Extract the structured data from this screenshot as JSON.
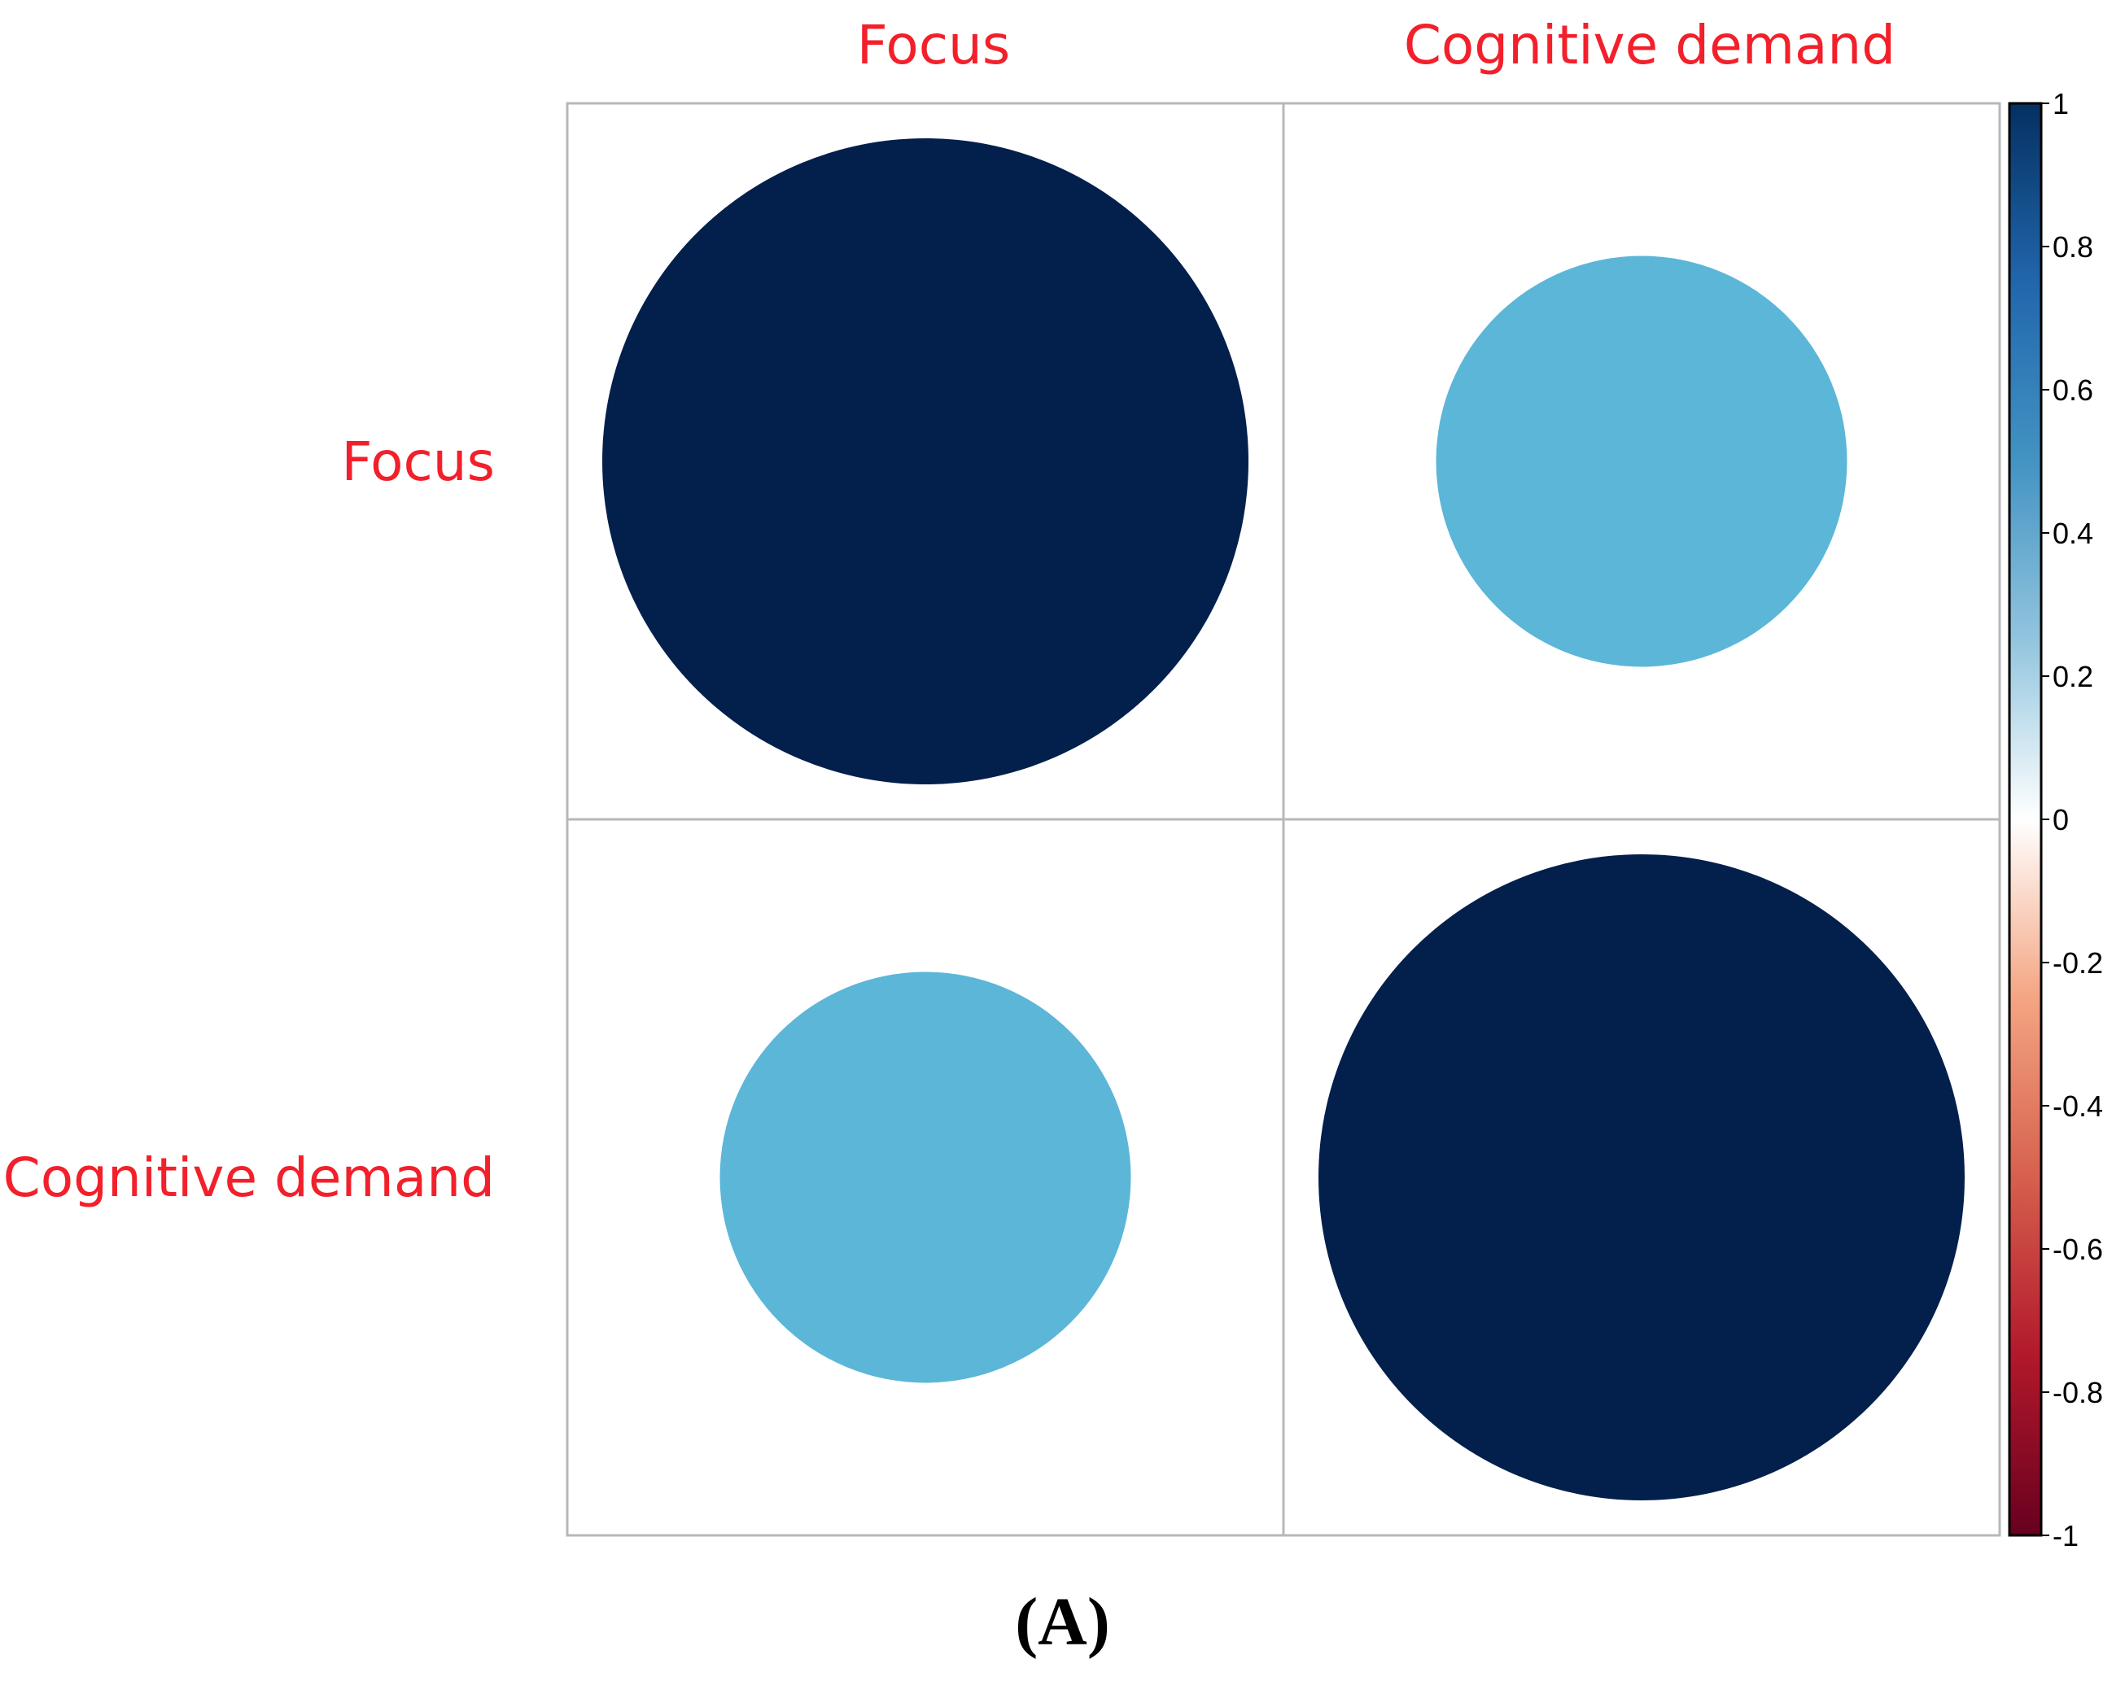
{
  "chart_data": {
    "type": "heatmap",
    "subtype": "correlation-circle-matrix",
    "variables": [
      "Focus",
      "Cognitive demand"
    ],
    "matrix": [
      [
        1.0,
        0.36
      ],
      [
        0.36,
        1.0
      ]
    ],
    "label_color": "#f2202b",
    "colorbar": {
      "range": [
        -1,
        1
      ],
      "ticks": [
        "1",
        "0.8",
        "0.6",
        "0.4",
        "0.2",
        "0",
        "-0.2",
        "-0.4",
        "-0.6",
        "-0.8",
        "-1"
      ],
      "tick_values": [
        1,
        0.8,
        0.6,
        0.4,
        0.2,
        0,
        -0.2,
        -0.4,
        -0.6,
        -0.8,
        -1
      ],
      "color_stops": [
        {
          "value": 1,
          "color": "#053061"
        },
        {
          "value": 0.75,
          "color": "#2166ac"
        },
        {
          "value": 0.5,
          "color": "#4393c3"
        },
        {
          "value": 0.25,
          "color": "#92c5de"
        },
        {
          "value": 0,
          "color": "#ffffff"
        },
        {
          "value": -0.25,
          "color": "#f4a582"
        },
        {
          "value": -0.5,
          "color": "#d6604d"
        },
        {
          "value": -0.75,
          "color": "#b2182b"
        },
        {
          "value": -1,
          "color": "#67001f"
        }
      ]
    },
    "cell_colors": [
      [
        "#031f4c",
        "#5bb6d8"
      ],
      [
        "#5bb6d8",
        "#031f4c"
      ]
    ],
    "grid": true,
    "legend_position": "right"
  },
  "panel_label": "(A)"
}
